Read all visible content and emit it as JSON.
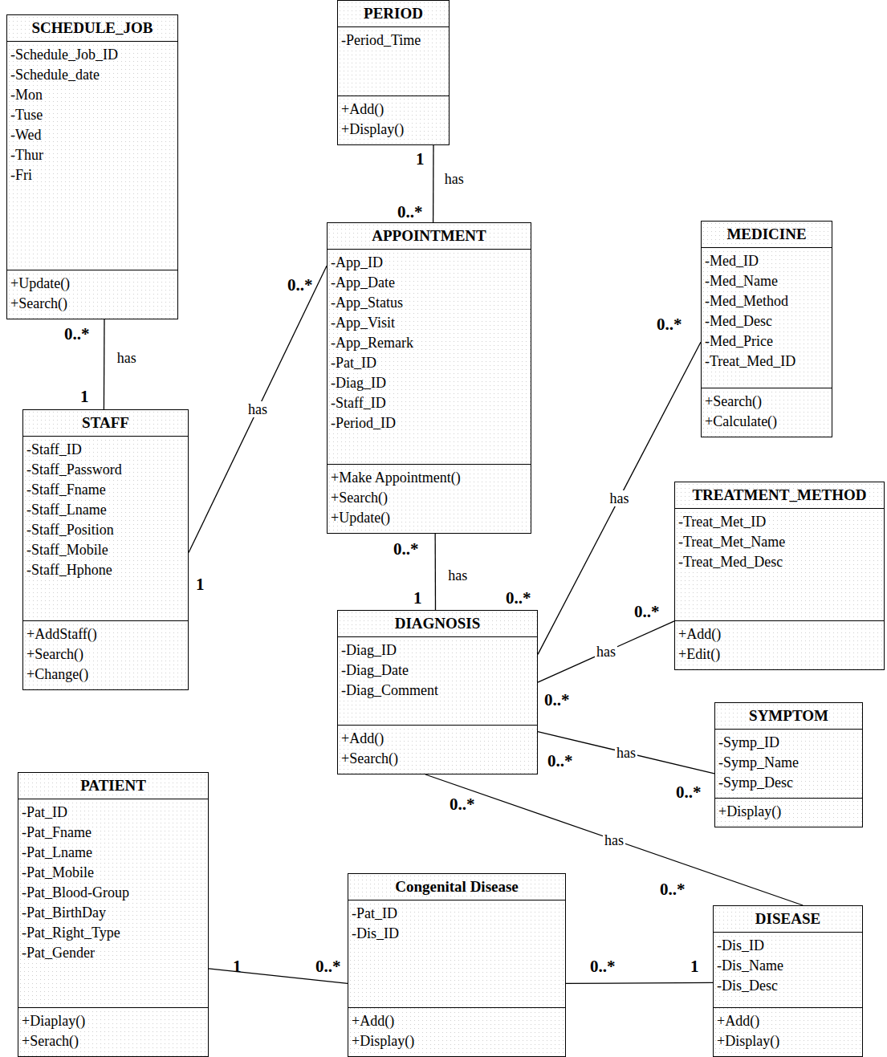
{
  "diagram": {
    "nodes": [
      {
        "text": [
          "SCHEDULE_JOB",
          "-Schedule_Job_ID",
          "-Schedule_date",
          "-Mon",
          "-Tuse",
          "-Wed",
          "-Thur",
          "-Fri",
          "+Update()",
          "+Search()"
        ]
      },
      {
        "text": [
          "PERIOD",
          "-Period_Time",
          "+Add()",
          "+Display()"
        ]
      },
      {
        "text": [
          "APPOINTMENT",
          "-App_ID",
          "-App_Date",
          "-App_Status",
          "-App_Visit",
          "-App_Remark",
          "-Pat_ID",
          "-Diag_ID",
          "-Staff_ID",
          "-Period_ID",
          "+Make Appointment()",
          "+Search()",
          "+Update()"
        ]
      },
      {
        "text": [
          "MEDICINE",
          "-Med_ID",
          "-Med_Name",
          "-Med_Method",
          "-Med_Desc",
          "-Med_Price",
          "-Treat_Med_ID",
          "+Search()",
          "+Calculate()"
        ]
      },
      {
        "text": [
          "STAFF",
          "-Staff_ID",
          "-Staff_Password",
          "-Staff_Fname",
          "-Staff_Lname",
          "-Staff_Position",
          "-Staff_Mobile",
          "-Staff_Hphone",
          "+AddStaff()",
          "+Search()",
          "+Change()"
        ]
      },
      {
        "text": [
          "TREATMENT_METHOD",
          "-Treat_Met_ID",
          "-Treat_Met_Name",
          "-Treat_Med_Desc",
          "+Add()",
          "+Edit()"
        ]
      },
      {
        "text": [
          "DIAGNOSIS",
          "-Diag_ID",
          "-Diag_Date",
          "-Diag_Comment",
          "+Add()",
          "+Search()"
        ]
      },
      {
        "text": [
          "SYMPTOM",
          "-Symp_ID",
          "-Symp_Name",
          "-Symp_Desc",
          "+Display()"
        ]
      },
      {
        "text": [
          "PATIENT",
          "-Pat_ID",
          "-Pat_Fname",
          "-Pat_Lname",
          "-Pat_Mobile",
          "-Pat_Blood-Group",
          "-Pat_BirthDay",
          "-Pat_Right_Type",
          "-Pat_Gender",
          "+Diaplay()",
          "+Serach()"
        ]
      },
      {
        "text": [
          "Congenital Disease",
          "-Pat_ID",
          "-Dis_ID",
          "+Add()",
          "+Display()"
        ]
      },
      {
        "text": [
          "DISEASE",
          "-Dis_ID",
          "-Dis_Name",
          "-Dis_Desc",
          "+Add()",
          "+Display()"
        ]
      }
    ],
    "edges": [
      {
        "from": 1,
        "to": 2,
        "label": "has",
        "arrow": "none"
      },
      {
        "from": 0,
        "to": 4,
        "label": "has",
        "arrow": "none"
      },
      {
        "from": 4,
        "to": 2,
        "label": "has",
        "arrow": "none"
      },
      {
        "from": 2,
        "to": 6,
        "label": "has",
        "arrow": "none"
      },
      {
        "from": 3,
        "to": 6,
        "label": "has",
        "arrow": "none"
      },
      {
        "from": 5,
        "to": 6,
        "label": "has",
        "arrow": "none"
      },
      {
        "from": 7,
        "to": 6,
        "label": "has",
        "arrow": "none"
      },
      {
        "from": 10,
        "to": 6,
        "label": "has",
        "arrow": "none"
      },
      {
        "from": 8,
        "to": 9,
        "arrow": "none"
      },
      {
        "from": 9,
        "to": 10,
        "arrow": "none"
      }
    ],
    "labels": [
      "1",
      "0..*",
      "0..*",
      "1",
      "0..*",
      "1",
      "0..*",
      "1",
      "0..*",
      "0..*",
      "0..*",
      "0..*",
      "0..*",
      "0..*",
      "0..*",
      "0..*",
      "1",
      "0..*",
      "0..*",
      "1"
    ]
  }
}
